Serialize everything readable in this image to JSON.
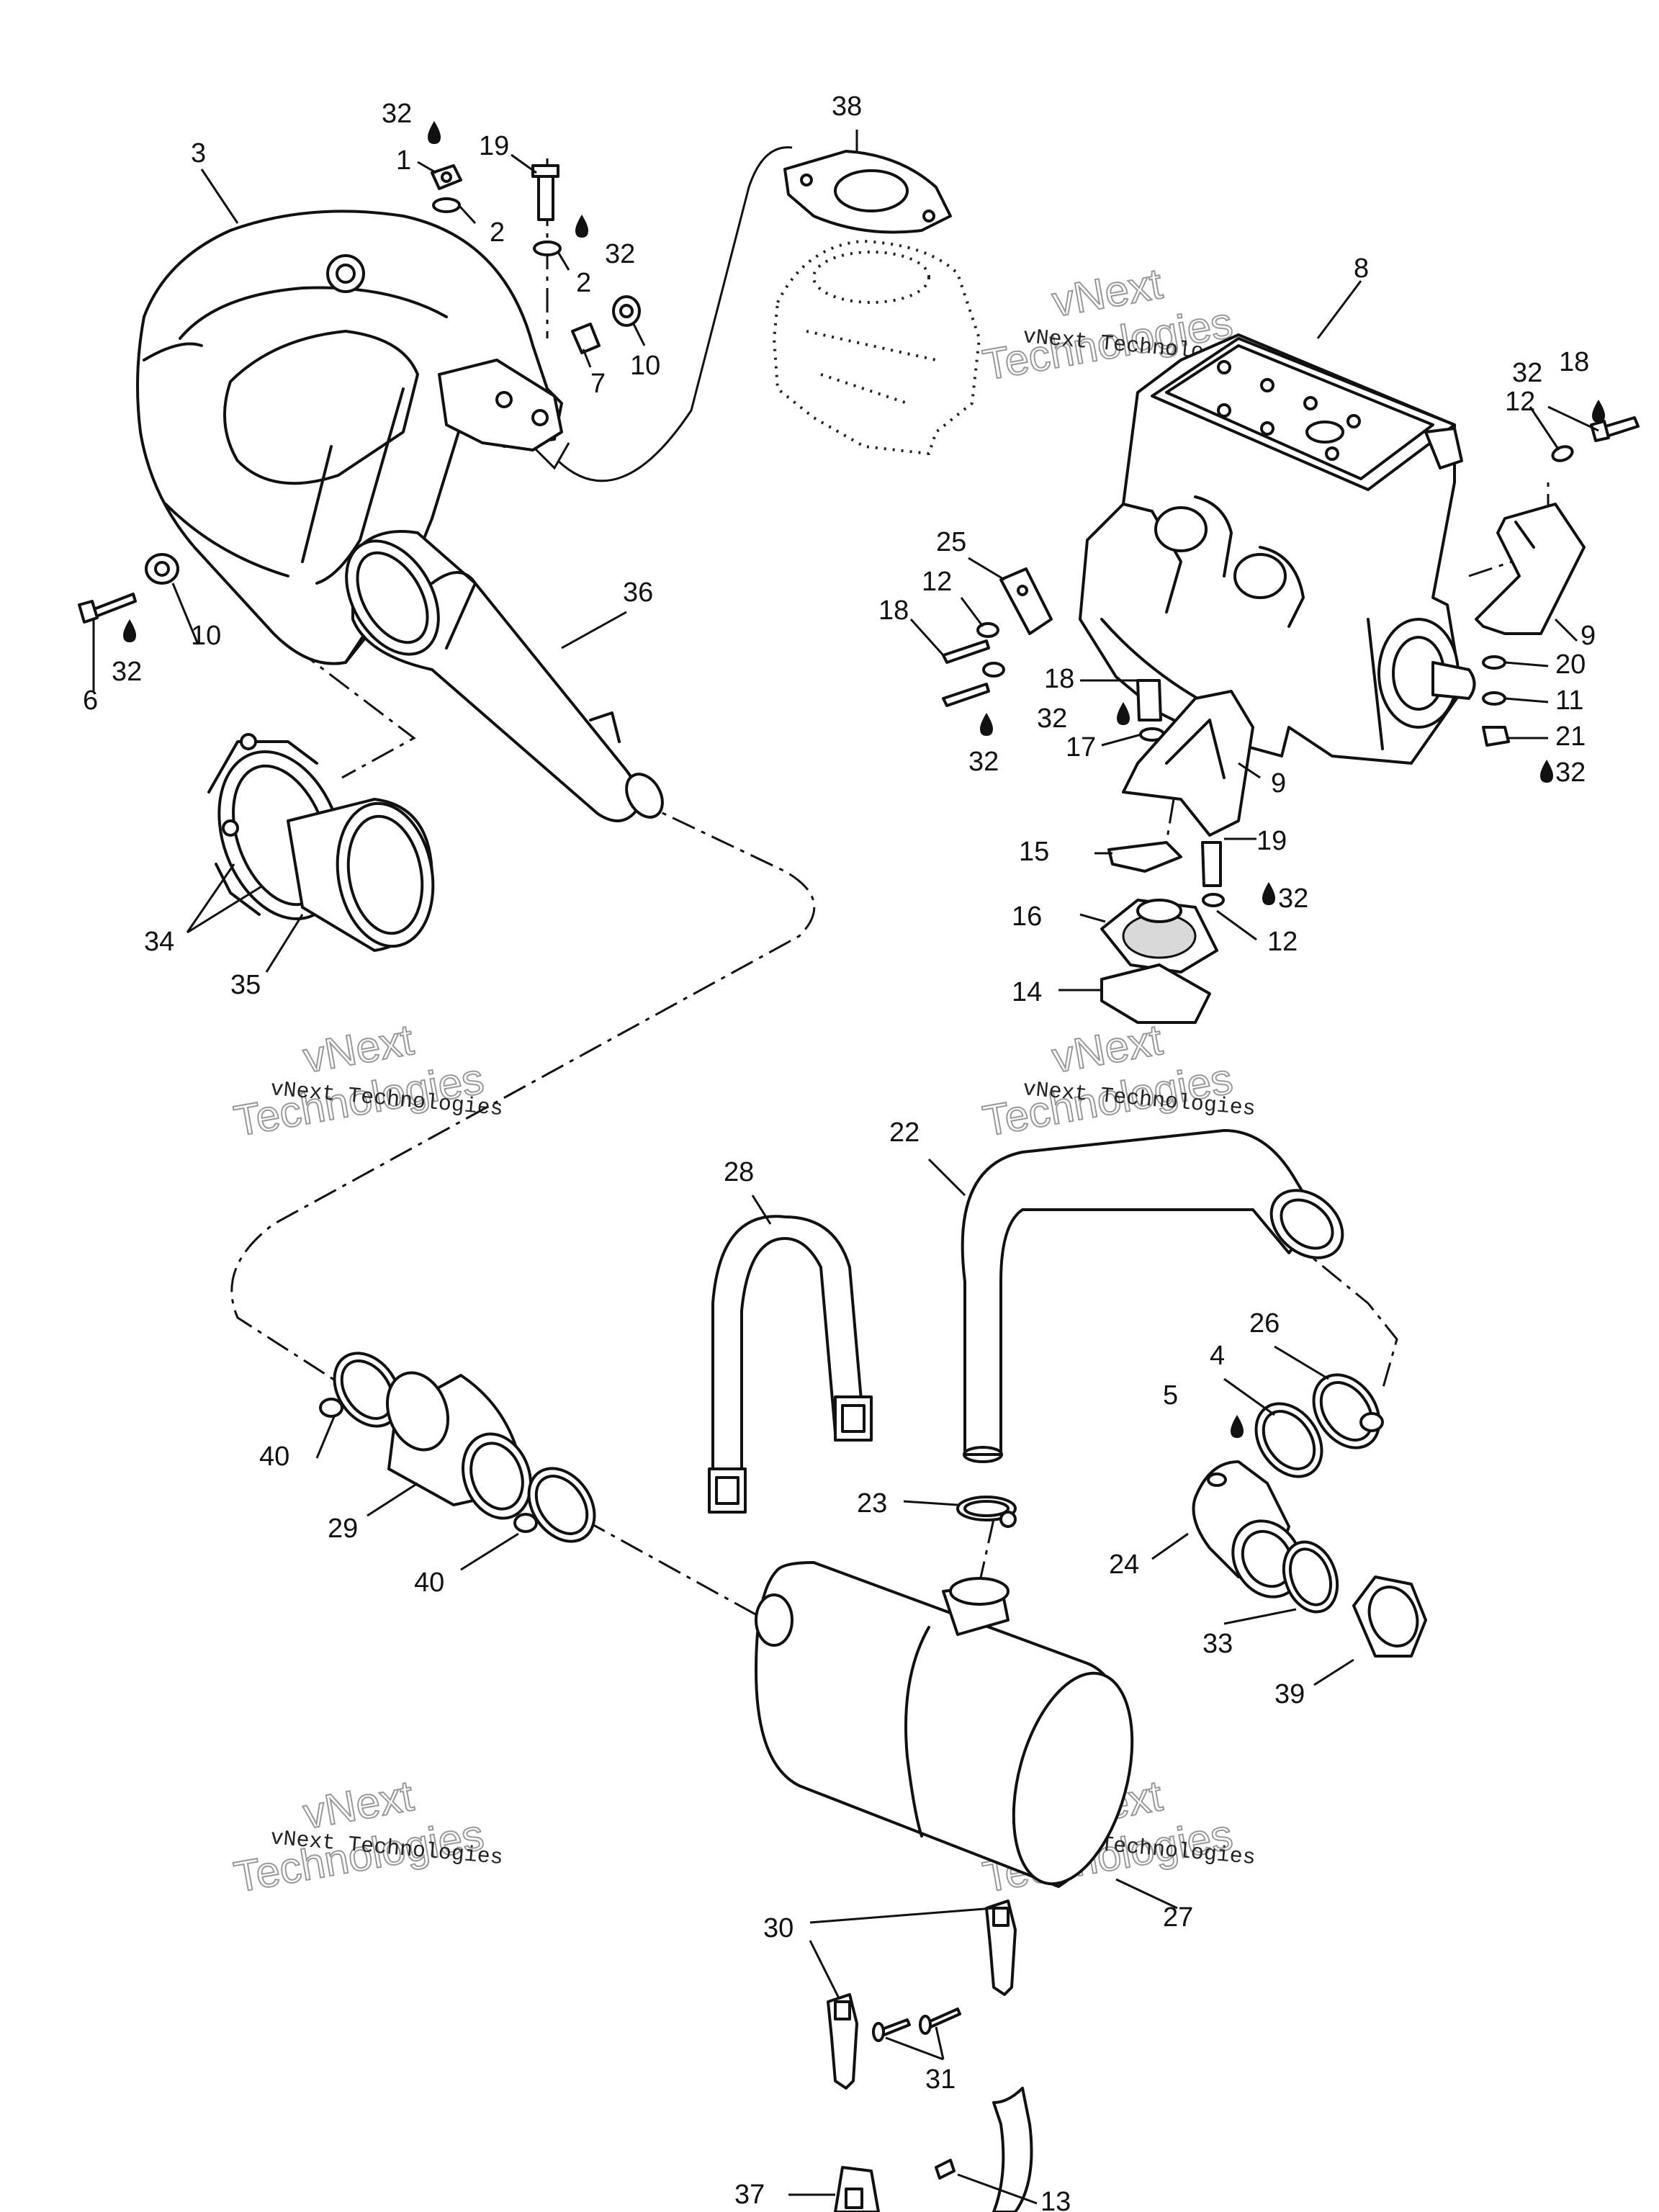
{
  "watermark": {
    "line1": "vNext Technologies",
    "line2": "vNext",
    "line3": "Technologies"
  },
  "callouts": {
    "c1": "1",
    "c2a": "2",
    "c2b": "2",
    "c3": "3",
    "c4": "4",
    "c5": "5",
    "c6": "6",
    "c7": "7",
    "c8": "8",
    "c9a": "9",
    "c9b": "9",
    "c10a": "10",
    "c10b": "10",
    "c11": "11",
    "c12a": "12",
    "c12b": "12",
    "c12c": "12",
    "c13": "13",
    "c14": "14",
    "c15": "15",
    "c16": "16",
    "c17": "17",
    "c18a": "18",
    "c18b": "18",
    "c18c": "18",
    "c19a": "19",
    "c19b": "19",
    "c20": "20",
    "c21": "21",
    "c22": "22",
    "c23": "23",
    "c24": "24",
    "c25": "25",
    "c26": "26",
    "c27": "27",
    "c28": "28",
    "c29": "29",
    "c30": "30",
    "c31": "31",
    "c32a": "32",
    "c32b": "32",
    "c32c": "32",
    "c32d": "32",
    "c32e": "32",
    "c32f": "32",
    "c32g": "32",
    "c32h": "32",
    "c33": "33",
    "c34": "34",
    "c35": "35",
    "c36": "36",
    "c37": "37",
    "c38": "38",
    "c39": "39",
    "c40a": "40",
    "c40b": "40"
  },
  "icons": {
    "lubricant": "droplet-icon"
  }
}
